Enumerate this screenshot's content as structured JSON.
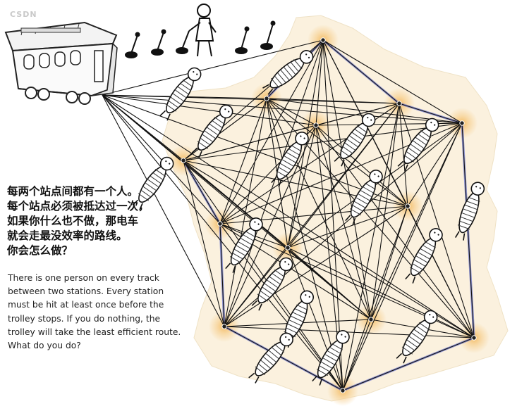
{
  "caption_cn": [
    "每两个站点间都有一个人。",
    "每个站点必须被抵达过一次，",
    "如果你什么也不做，那电车",
    "就会走最没效率的路线。",
    "你会怎么做？"
  ],
  "caption_en": "There is one person on every track between two stations. Every station must be hit at least once before the trolley stops. If you do nothing, the trolley will take the least efficient route. What do you do?",
  "watermark": "CSDN",
  "colors": {
    "map_fill": "#fbf1de",
    "station_glow": "#f5c77a",
    "blue_track": "#6a73c9",
    "track": "#111111"
  }
}
